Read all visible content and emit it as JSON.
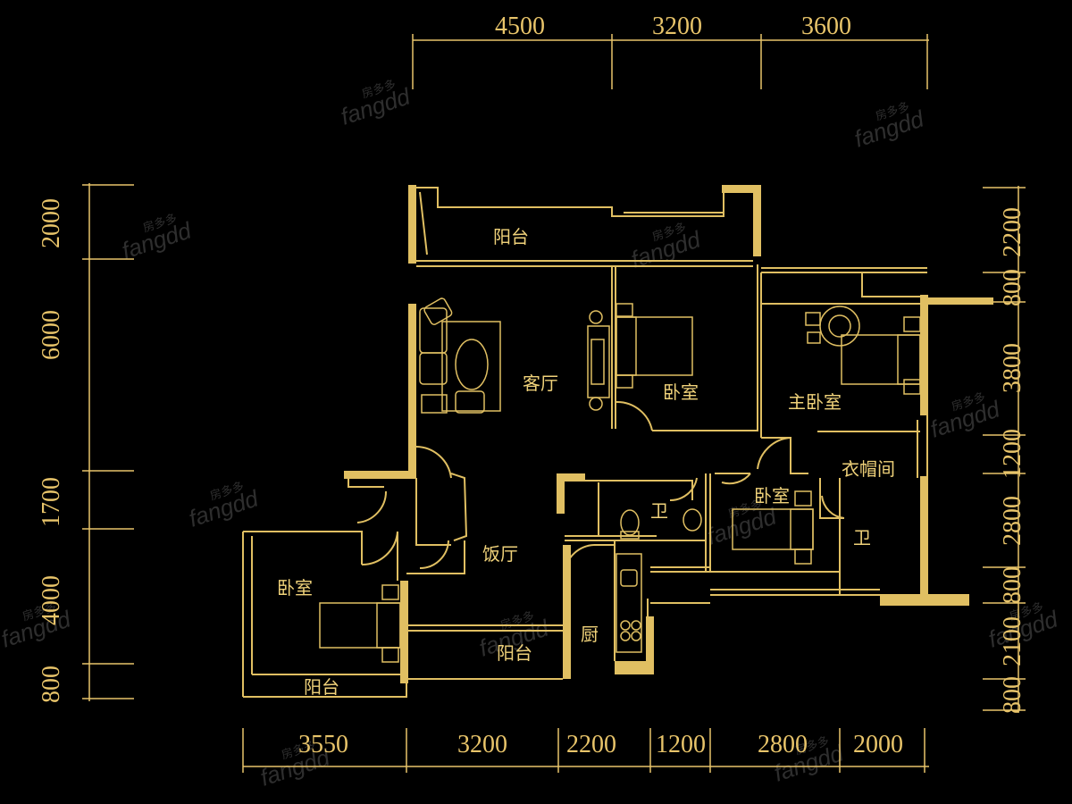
{
  "dimensions": {
    "top": [
      "4500",
      "3200",
      "3600"
    ],
    "bottom": [
      "3550",
      "3200",
      "2200",
      "1200",
      "2800",
      "2000"
    ],
    "left": [
      "2000",
      "6000",
      "1700",
      "4000",
      "800"
    ],
    "right": [
      "2200",
      "800",
      "3800",
      "1200",
      "2800",
      "800",
      "2100",
      "800"
    ]
  },
  "rooms": {
    "balcony_top": "阳台",
    "living_room": "客厅",
    "bedroom_center": "卧室",
    "master_bedroom": "主卧室",
    "cloakroom": "衣帽间",
    "bathroom_center": "卫",
    "bedroom_right": "卧室",
    "bathroom_right": "卫",
    "dining_room": "饭厅",
    "kitchen": "厨",
    "balcony_bottom": "阳台",
    "bedroom_left": "卧室",
    "balcony_left": "阳台"
  },
  "watermark": {
    "brand": "fangdd",
    "cn": "房多多"
  },
  "colors": {
    "background": "#000000",
    "lines": "#e8c46a",
    "walls": "#e0bf62"
  }
}
